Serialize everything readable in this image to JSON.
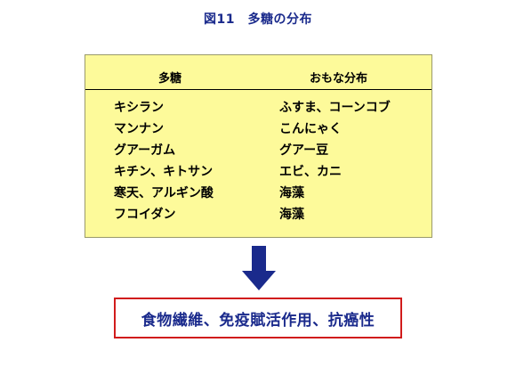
{
  "title": "図11　多糖の分布",
  "table": {
    "headers": [
      "多糖",
      "おもな分布"
    ],
    "rows": [
      {
        "polysaccharide": "キシラン",
        "distribution": "ふすま、コーンコブ"
      },
      {
        "polysaccharide": "マンナン",
        "distribution": "こんにゃく"
      },
      {
        "polysaccharide": "グアーガム",
        "distribution": "グアー豆"
      },
      {
        "polysaccharide": "キチン、キトサン",
        "distribution": "エビ、カニ"
      },
      {
        "polysaccharide": "寒天、アルギン酸",
        "distribution": "海藻"
      },
      {
        "polysaccharide": "フコイダン",
        "distribution": "海藻"
      }
    ]
  },
  "result": "食物繊維、免疫賦活作用、抗癌性",
  "colors": {
    "title": "#1a2a8c",
    "table_bg": "#fdfa9a",
    "arrow": "#1a2a8c",
    "result_border": "#d11c1c",
    "result_text": "#1a2a8c"
  }
}
